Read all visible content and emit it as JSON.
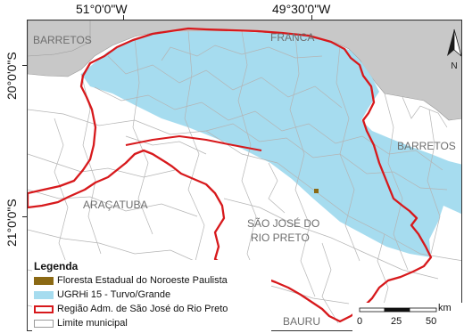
{
  "coordinates": {
    "top": [
      "51°0'0\"W",
      "49°30'0\"W"
    ],
    "left": [
      "20°0'0\"S",
      "21°0'0\"S"
    ]
  },
  "map_labels": {
    "barretos_nw": "BARRETOS",
    "franca": "FRANCA",
    "barretos_e": "BARRETOS",
    "aracatuba": "ARAÇATUBA",
    "sjrp_line1": "SÃO JOSÉ DO",
    "sjrp_line2": "RIO PRETO",
    "bauru": "BAURU"
  },
  "north_arrow": {
    "label": "N"
  },
  "legend": {
    "title": "Legenda",
    "items": [
      {
        "label": "Floresta Estadual do Noroeste Paulista",
        "color": "#8b6914"
      },
      {
        "label": "UGRHi 15 - Turvo/Grande",
        "color": "#a6dcef"
      },
      {
        "label": "Região Adm. de São José do Rio Preto",
        "color": "#d7191c"
      },
      {
        "label": "Limite municipal",
        "color": "#9a9a9a"
      }
    ]
  },
  "scale_bar": {
    "ticks": [
      "0",
      "25",
      "50"
    ],
    "unit": "km"
  },
  "colors": {
    "outside_state": "#c8c8c8",
    "ugrhi": "#a6dcef",
    "region_border": "#d7191c",
    "municipal": "#b4b4b4",
    "forest": "#8b6914"
  }
}
